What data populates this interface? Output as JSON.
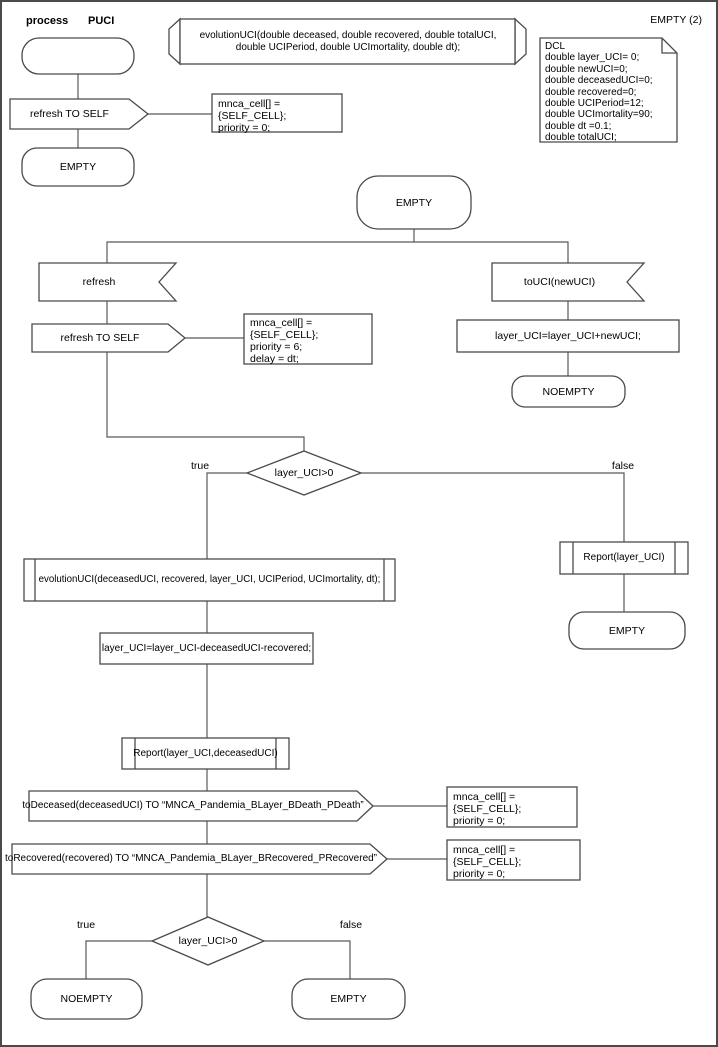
{
  "colors": {
    "stroke": "#4a4a4a",
    "text": "#000000"
  },
  "header": {
    "process_label": "process",
    "process_name": "PUCI",
    "page_ref": "EMPTY (2)"
  },
  "declarations": {
    "procedure_signature": "evolutionUCI(double deceased, double recovered, double totalUCI,\ndouble UCIPeriod, double UCImortality, double dt);",
    "dcl": "DCL\ndouble layer_UCI= 0;\ndouble newUCI=0;\ndouble deceasedUCI=0;\ndouble recovered=0;\ndouble UCIPeriod=12;\ndouble UCImortality=90;\ndouble dt =0.1;\ndouble totalUCI;"
  },
  "start_flow": {
    "send_refresh": "refresh TO SELF",
    "send_refresh_params": "mnca_cell[] = {SELF_CELL};\npriority = 0;",
    "next_state": "EMPTY"
  },
  "main_flow": {
    "state": "EMPTY",
    "input_refresh": "refresh",
    "send_refresh": "refresh TO SELF",
    "send_refresh_params": "mnca_cell[] = {SELF_CELL};\npriority = 6;\ndelay = dt;",
    "input_touci": "toUCI(newUCI)",
    "task_add": "layer_UCI=layer_UCI+newUCI;",
    "state_noempty": "NOEMPTY",
    "decision": "layer_UCI>0",
    "label_true": "true",
    "label_false": "false"
  },
  "true_branch": {
    "call_evolution": "evolutionUCI(deceasedUCI, recovered, layer_UCI, UCIPeriod, UCImortality, dt);",
    "task_update": "layer_UCI=layer_UCI-deceasedUCI-recovered;",
    "call_report": "Report(layer_UCI,deceasedUCI)",
    "send_deceased": "toDeceased(deceasedUCI) TO “MNCA_Pandemia_BLayer_BDeath_PDeath”",
    "send_deceased_params": "mnca_cell[] = {SELF_CELL};\npriority = 0;",
    "send_recovered": "toRecovered(recovered) TO “MNCA_Pandemia_BLayer_BRecovered_PRecovered”",
    "send_recovered_params": "mnca_cell[] = {SELF_CELL};\npriority = 0;",
    "decision": "layer_UCI>0",
    "label_true": "true",
    "label_false": "false",
    "state_true": "NOEMPTY",
    "state_false": "EMPTY"
  },
  "false_branch": {
    "call_report": "Report(layer_UCI)",
    "state": "EMPTY"
  }
}
